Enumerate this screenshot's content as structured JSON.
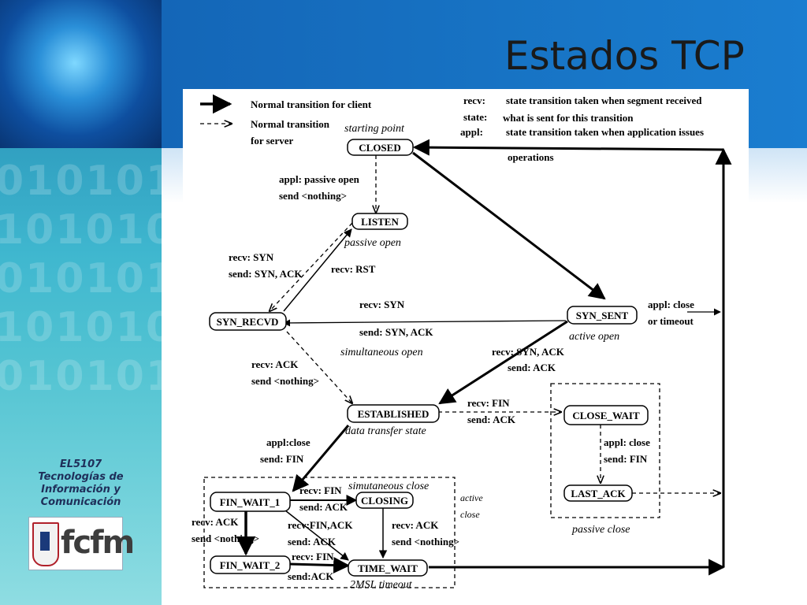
{
  "slide": {
    "title": "Estados TCP",
    "course_label": "EL5107\nTecnologías de\nInformación  y\nComunicación",
    "logo_text": "fcfm"
  },
  "legend": {
    "client": "Normal transition for client",
    "server_line1": "Normal transition",
    "server_line2": "for server",
    "recv_key": "recv:",
    "recv_desc": "state transition taken  when segment  received",
    "state_key": "state:",
    "state_desc": "what is sent for  this transition",
    "appl_key": "appl:",
    "appl_desc1": "state transition taken  when application issues",
    "appl_desc2": "operations"
  },
  "states": {
    "closed": "CLOSED",
    "listen": "LISTEN",
    "syn_recvd": "SYN_RECVD",
    "syn_sent": "SYN_SENT",
    "established": "ESTABLISHED",
    "close_wait": "CLOSE_WAIT",
    "last_ack": "LAST_ACK",
    "fin_wait_1": "FIN_WAIT_1",
    "closing": "CLOSING",
    "fin_wait_2": "FIN_WAIT_2",
    "time_wait": "TIME_WAIT"
  },
  "annotations": {
    "starting_point": "starting point",
    "passive_open": "passive open",
    "active_open": "active open",
    "simultaneous_open": "simultaneous open",
    "data_transfer_state": "data transfer state",
    "simutaneous_close": "simutaneous close",
    "active_close_1": "active",
    "active_close_2": "close",
    "passive_close": "passive close",
    "msl_timeout": "2MSL timeout"
  },
  "labels": {
    "passive_open_1": "appl: passive open",
    "passive_open_2": "send <nothing>",
    "listen_syn_1": "recv: SYN",
    "listen_syn_2": "send: SYN, ACK",
    "rst": "recv: RST",
    "syn_sent_syn": "recv: SYN",
    "syn_sent_synack": "send: SYN, ACK",
    "close_timeout_1": "appl: close",
    "close_timeout_2": "or timeout",
    "synack_recv_1": "recv: SYN, ACK",
    "synack_recv_2": "send: ACK",
    "recvd_ack_1": "recv: ACK",
    "recvd_ack_2": "send <nothing>",
    "fin_recv_1": "recv: FIN",
    "fin_recv_2": "send: ACK",
    "cw_close_1": "appl: close",
    "cw_close_2": "send: FIN",
    "est_close_1": "appl:close",
    "est_close_2": "send: FIN",
    "fw1_fin_1": "recv: FIN",
    "fw1_fin_2": "send: ACK",
    "fw1_ack_1": "recv: ACK",
    "fw1_ack_2": "send <nothing>",
    "finack_1": "recv:FIN,ACK",
    "finack_2": "send: ACK",
    "closing_ack_1": "recv: ACK",
    "closing_ack_2": "send <nothing>",
    "fw2_fin_1": "recv: FIN",
    "fw2_fin_2": "send:ACK"
  }
}
